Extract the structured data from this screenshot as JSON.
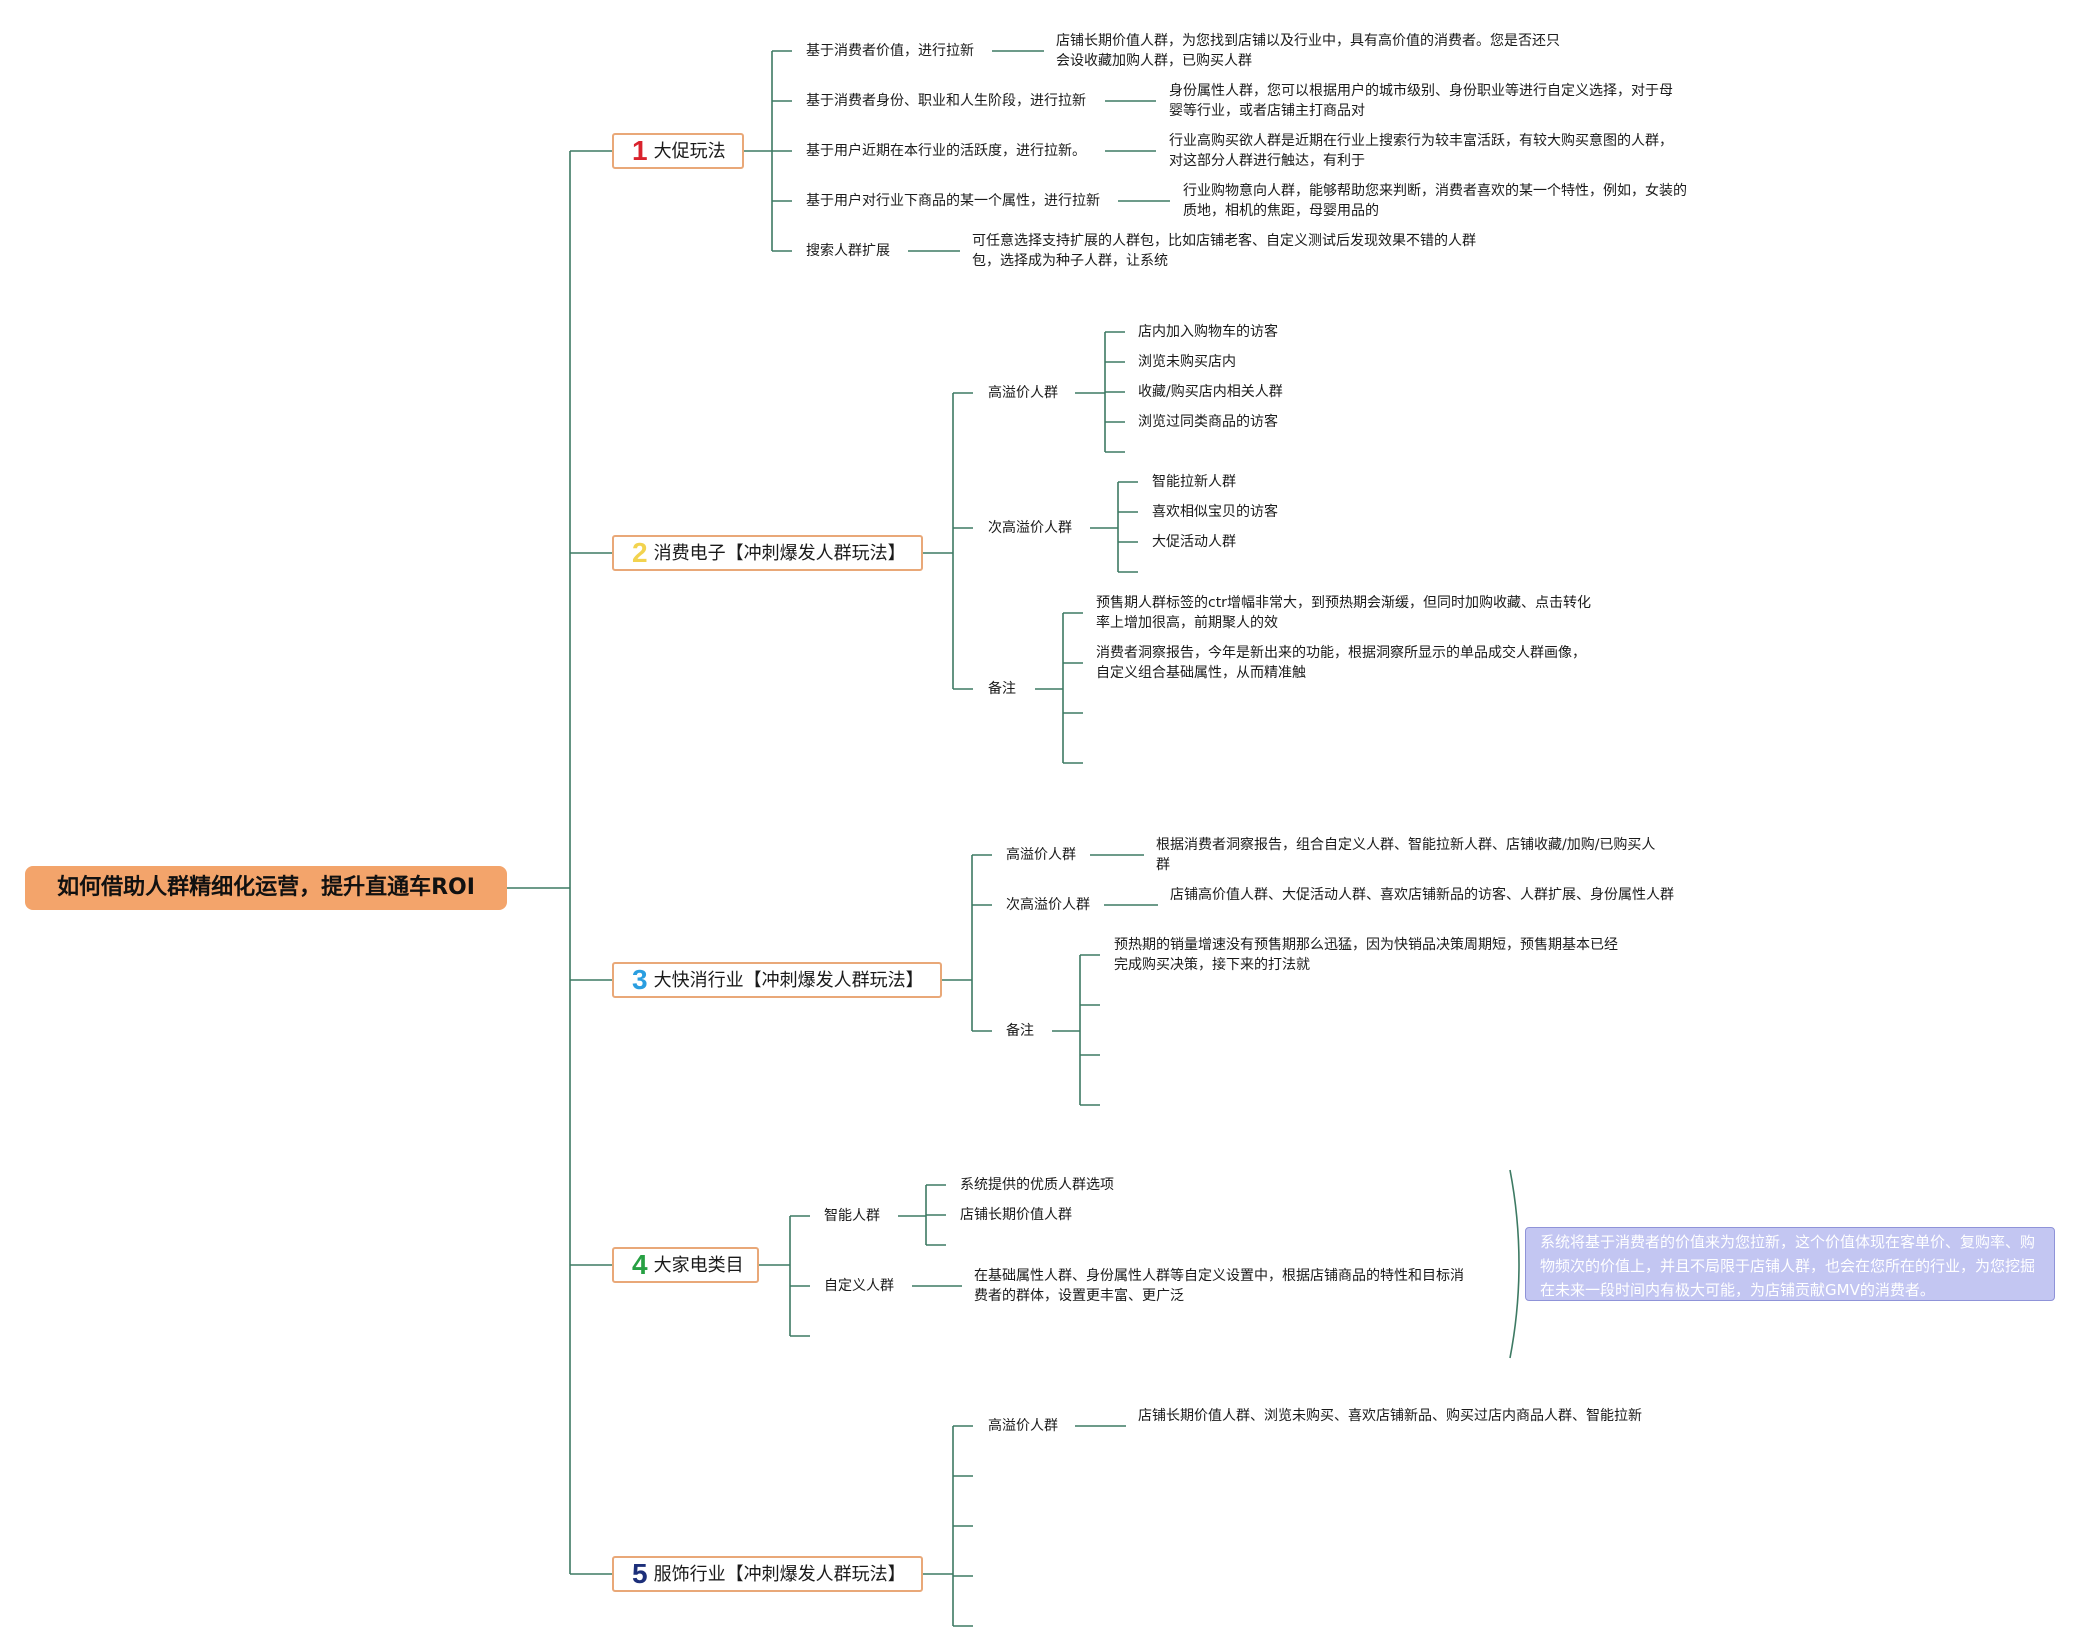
{
  "root": "如何借助人群精细化运营，提升直通车ROI",
  "branches": [
    {
      "num": "1",
      "label": "大促玩法",
      "color": "#d9232d",
      "children": [
        {
          "label": "基于消费者价值，进行拉新",
          "desc": "店铺长期价值人群，为您找到店铺以及行业中，具有高价值的消费者。您是否还只会设收藏加购人群，已购买人群"
        },
        {
          "label": "基于消费者身份、职业和人生阶段，进行拉新",
          "desc": "身份属性人群，您可以根据用户的城市级别、身份职业等进行自定义选择，对于母婴等行业，或者店铺主打商品对"
        },
        {
          "label": "基于用户近期在本行业的活跃度，进行拉新。",
          "desc": "行业高购买欲人群是近期在行业上搜索行为较丰富活跃，有较大购买意图的人群，对这部分人群进行触达，有利于"
        },
        {
          "label": "基于用户对行业下商品的某一个属性，进行拉新",
          "desc": "行业购物意向人群，能够帮助您来判断，消费者喜欢的某一个特性，例如，女装的质地，相机的焦距，母婴用品的"
        },
        {
          "label": "搜索人群扩展",
          "desc": "可任意选择支持扩展的人群包，比如店铺老客、自定义测试后发现效果不错的人群包，选择成为种子人群，让系统"
        }
      ]
    },
    {
      "num": "2",
      "label": "消费电子【冲刺爆发人群玩法】",
      "color": "#f2d34f",
      "children": [
        {
          "label": "高溢价人群",
          "items": [
            "店内加入购物车的访客",
            "浏览未购买店内",
            "收藏/购买店内相关人群",
            "浏览过同类商品的访客"
          ]
        },
        {
          "label": "次高溢价人群",
          "items": [
            "智能拉新人群",
            "喜欢相似宝贝的访客",
            "大促活动人群"
          ]
        },
        {
          "label": "备注",
          "items": [
            "预售期人群标签的ctr增幅非常大，到预热期会渐缓，但同时加购收藏、点击转化率上增加很高，前期聚人的效",
            "消费者洞察报告，今年是新出来的功能，根据洞察所显示的单品成交人群画像，自定义组合基础属性，从而精准触",
            "",
            "",
            ""
          ]
        }
      ]
    },
    {
      "num": "3",
      "label": "大快消行业【冲刺爆发人群玩法】",
      "color": "#2a9ee0",
      "children": [
        {
          "label": "高溢价人群",
          "desc": "根据消费者洞察报告，组合自定义人群、智能拉新人群、店铺收藏/加购/已购买人群"
        },
        {
          "label": "次高溢价人群",
          "desc": "店铺高价值人群、大促活动人群、喜欢店铺新品的访客、人群扩展、身份属性人群"
        },
        {
          "label": "备注",
          "items": [
            "预热期的销量增速没有预售期那么迅猛，因为快销品决策周期短，预售期基本已经完成购买决策，接下来的打法就",
            "",
            "",
            ""
          ]
        }
      ]
    },
    {
      "num": "4",
      "label": "大家电类目",
      "color": "#27a043",
      "children": [
        {
          "label": "智能人群",
          "items": [
            "系统提供的优质人群选项",
            "店铺长期价值人群"
          ]
        },
        {
          "label": "自定义人群",
          "desc": "在基础属性人群、身份属性人群等自定义设置中，根据店铺商品的特性和目标消费者的群体，设置更丰富、更广泛"
        }
      ],
      "note": "系统将基于消费者的价值来为您拉新，这个价值体现在客单价、复购率、购物频次的价值上，并且不局限于店铺人群，也会在您所在的行业，为您挖掘在未来一段时间内有极大可能，为店铺贡献GMV的消费者。"
    },
    {
      "num": "5",
      "label": "服饰行业【冲刺爆发人群玩法】",
      "color": "#1c2f7a",
      "children": [
        {
          "label": "高溢价人群",
          "desc": "店铺长期价值人群、浏览未购买、喜欢店铺新品、购买过店内商品人群、智能拉新"
        }
      ]
    }
  ],
  "colors": {
    "line": "#3d7a63",
    "root_fill": "#f3a46b",
    "branch_border": "#e9a878",
    "note_fill": "#c3c6f2"
  }
}
